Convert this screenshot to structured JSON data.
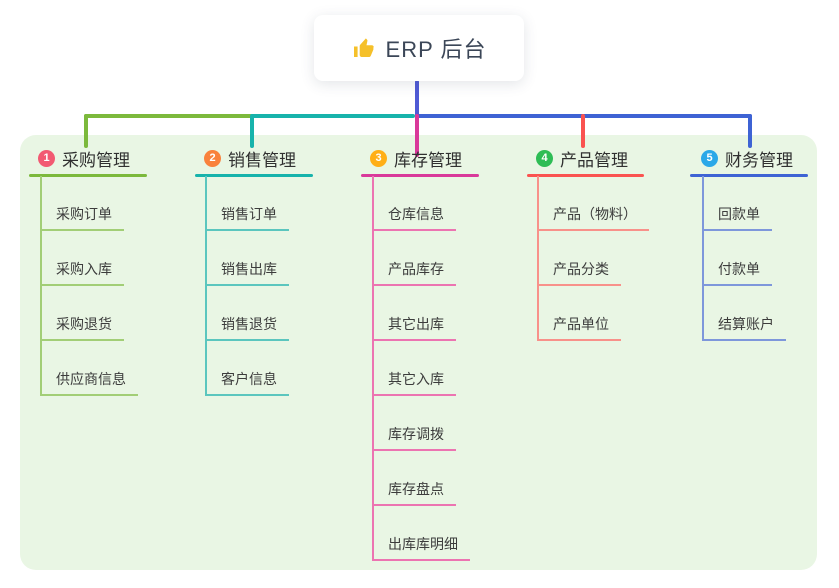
{
  "root": {
    "label": "ERP 后台",
    "icon": "thumbs-up-icon",
    "icon_color": "#F5C02A"
  },
  "connector_color": "#4F5AD5",
  "background": {
    "page": "#FFFFFF",
    "panel": "#E9F6E4"
  },
  "branches": [
    {
      "badge": "1",
      "label": "采购管理",
      "color": "#7CB93C",
      "light_color": "#A2CE76",
      "badge_color": "#F25A72",
      "children": [
        "采购订单",
        "采购入库",
        "采购退货",
        "供应商信息"
      ]
    },
    {
      "badge": "2",
      "label": "销售管理",
      "color": "#17B3AB",
      "light_color": "#5BC6BE",
      "badge_color": "#F9823C",
      "children": [
        "销售订单",
        "销售出库",
        "销售退货",
        "客户信息"
      ]
    },
    {
      "badge": "3",
      "label": "库存管理",
      "color": "#D9399A",
      "light_color": "#EC74B1",
      "badge_color": "#FFAF17",
      "children": [
        "仓库信息",
        "产品库存",
        "其它出库",
        "其它入库",
        "库存调拨",
        "库存盘点",
        "出库库明细"
      ]
    },
    {
      "badge": "4",
      "label": "产品管理",
      "color": "#FA5350",
      "light_color": "#F8918A",
      "badge_color": "#2EBD55",
      "children": [
        "产品（物料）",
        "产品分类",
        "产品单位"
      ]
    },
    {
      "badge": "5",
      "label": "财务管理",
      "color": "#3E63D4",
      "light_color": "#7E97DB",
      "badge_color": "#2BA8E8",
      "children": [
        "回款单",
        "付款单",
        "结算账户"
      ]
    }
  ]
}
